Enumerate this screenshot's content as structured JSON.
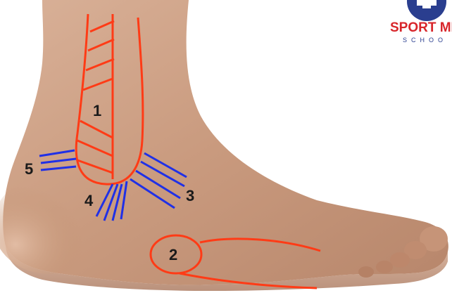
{
  "logo": {
    "title": "SPORT ME",
    "subtitle": "SCHOO"
  },
  "labels": {
    "n1": "1",
    "n2": "2",
    "n3": "3",
    "n4": "4",
    "n5": "5"
  },
  "colors": {
    "marker_red": "#ff3b16",
    "marker_blue": "#2030e6",
    "logo_red": "#d8262b",
    "logo_blue": "#2a3e8f"
  }
}
